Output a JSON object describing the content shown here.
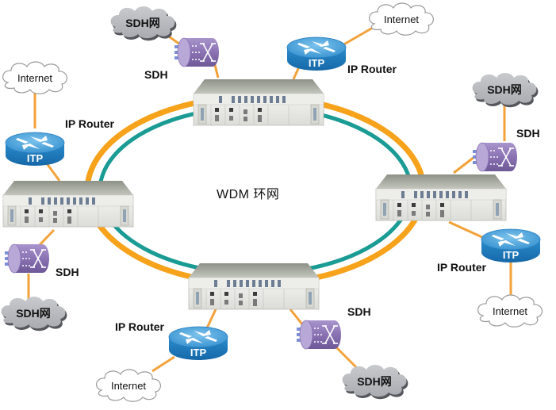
{
  "title": "WDM 环网",
  "colors": {
    "ring_outer": "#F7A21B",
    "ring_inner": "#1A9B94",
    "link": "#F3A23A",
    "router_top": "#4FA8DC",
    "router_side": "#1E7FC0",
    "sdh_body": "#8E77B5",
    "sdh_cloud": "#B4B6BA",
    "internet_cloud": "#FFFFFF"
  },
  "nodes": [
    {
      "id": "top",
      "device": "wdm-chassis"
    },
    {
      "id": "left",
      "device": "wdm-chassis"
    },
    {
      "id": "right",
      "device": "wdm-chassis"
    },
    {
      "id": "bottom",
      "device": "wdm-chassis"
    }
  ],
  "routers": [
    {
      "node": "top",
      "badge": "ITP",
      "label": "IP Router",
      "cloud": "Internet"
    },
    {
      "node": "left",
      "badge": "ITP",
      "label": "IP Router",
      "cloud": "Internet"
    },
    {
      "node": "right",
      "badge": "ITP",
      "label": "IP Router",
      "cloud": "Internet"
    },
    {
      "node": "bottom",
      "badge": "ITP",
      "label": "IP Router",
      "cloud": "Internet"
    }
  ],
  "sdh": [
    {
      "node": "top",
      "label": "SDH",
      "cloud": "SDH网"
    },
    {
      "node": "left",
      "label": "SDH",
      "cloud": "SDH网"
    },
    {
      "node": "right",
      "label": "SDH",
      "cloud": "SDH网"
    },
    {
      "node": "bottom",
      "label": "SDH",
      "cloud": "SDH网"
    }
  ]
}
